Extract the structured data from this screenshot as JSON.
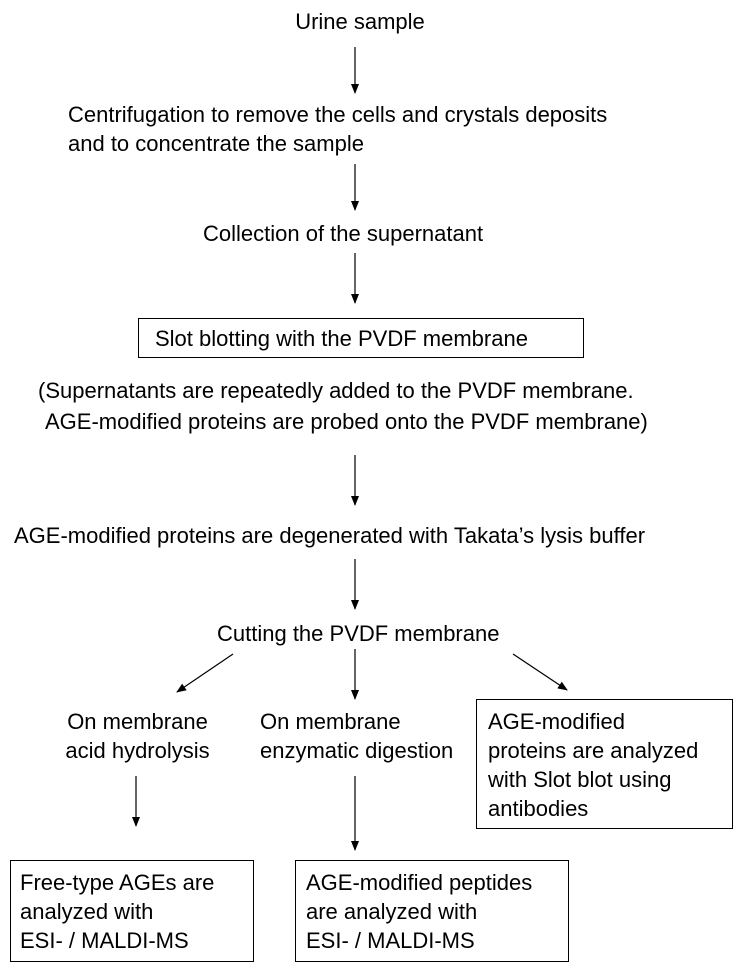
{
  "steps": {
    "urine_sample": "Urine sample",
    "centrifugation_line1": "Centrifugation to remove the cells and crystals deposits",
    "centrifugation_line2": "and to concentrate the sample",
    "collection": "Collection of the supernatant",
    "slot_blotting": "Slot blotting with the PVDF membrane",
    "note_line1": "(Supernatants are repeatedly added to the PVDF membrane.",
    "note_line2": "AGE-modified proteins are probed onto the PVDF membrane)",
    "degenerated": "AGE-modified proteins are degenerated with Takata’s lysis buffer",
    "cutting": "Cutting the PVDF membrane"
  },
  "branches": {
    "left": {
      "line1": "On membrane",
      "line2": "acid hydrolysis",
      "result_line1": "Free-type AGEs are",
      "result_line2": "analyzed with",
      "result_line3": "ESI- / MALDI-MS"
    },
    "middle": {
      "line1": "On membrane",
      "line2": "enzymatic digestion",
      "result_line1": "AGE-modified peptides",
      "result_line2": "are analyzed with",
      "result_line3": "ESI- / MALDI-MS"
    },
    "right": {
      "line1": "AGE-modified",
      "line2": "proteins are analyzed",
      "line3": "with Slot blot using",
      "line4": "antibodies"
    }
  }
}
